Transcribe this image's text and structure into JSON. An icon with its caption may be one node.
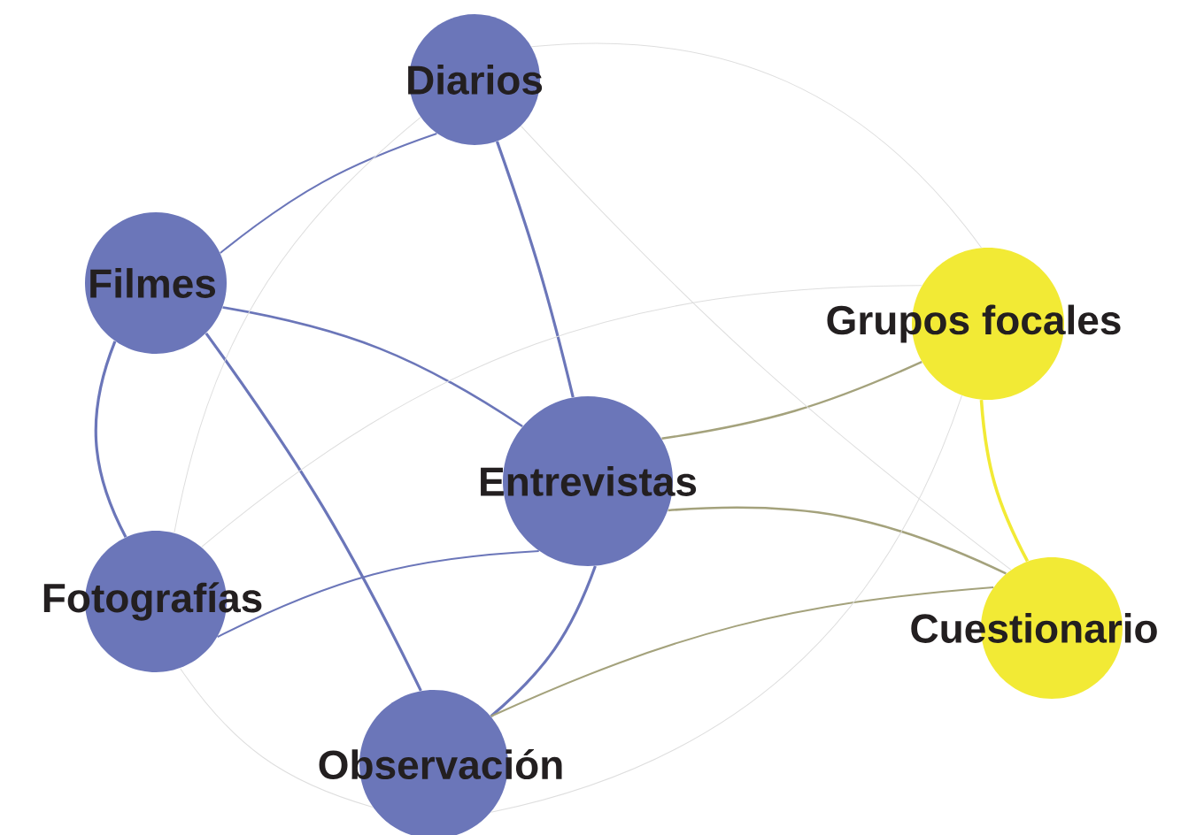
{
  "diagram": {
    "nodes": [
      {
        "text": [
          "Diarios"
        ]
      },
      {
        "text": [
          "Filmes"
        ]
      },
      {
        "text": [
          "Fotografías"
        ]
      },
      {
        "text": [
          "Entrevistas"
        ]
      },
      {
        "text": [
          "Observación"
        ]
      },
      {
        "text": [
          "Grupos focales"
        ]
      },
      {
        "text": [
          "Cuestionario"
        ]
      }
    ],
    "edges": [
      {
        "from": 0,
        "to": 1,
        "arrow": "none"
      },
      {
        "from": 0,
        "to": 3,
        "arrow": "none"
      },
      {
        "from": 1,
        "to": 3,
        "arrow": "none"
      },
      {
        "from": 1,
        "to": 2,
        "arrow": "none"
      },
      {
        "from": 1,
        "to": 4,
        "arrow": "none"
      },
      {
        "from": 2,
        "to": 3,
        "arrow": "none"
      },
      {
        "from": 3,
        "to": 4,
        "arrow": "none"
      },
      {
        "from": 3,
        "to": 5,
        "arrow": "none",
        "color": "#a4a27c"
      },
      {
        "from": 3,
        "to": 6,
        "arrow": "none",
        "color": "#a4a27c"
      },
      {
        "from": 4,
        "to": 6,
        "arrow": "none",
        "color": "#a4a27c"
      },
      {
        "from": 5,
        "to": 6,
        "arrow": "none",
        "color": "#f2ea35"
      },
      {
        "from": 0,
        "to": 5,
        "arrow": "none",
        "color": "#dedede"
      },
      {
        "from": 0,
        "to": 6,
        "arrow": "none",
        "color": "#dedede"
      },
      {
        "from": 0,
        "to": 2,
        "arrow": "none",
        "color": "#dedede"
      },
      {
        "from": 2,
        "to": 5,
        "arrow": "none",
        "color": "#dedede"
      },
      {
        "from": 2,
        "to": 4,
        "arrow": "none",
        "color": "#dedede"
      },
      {
        "from": 4,
        "to": 5,
        "arrow": "none",
        "color": "#dedede"
      }
    ]
  }
}
